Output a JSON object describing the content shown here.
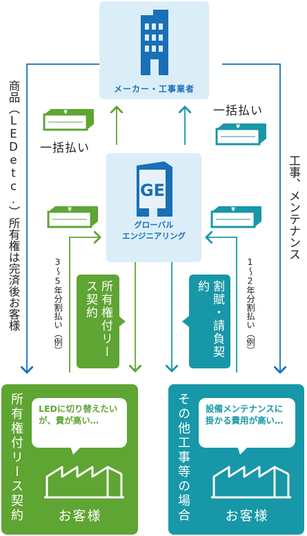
{
  "maker": {
    "label": "メーカー・工事業者"
  },
  "gel": {
    "logo_text": "GE",
    "label_line1": "グローバル",
    "label_line2": "エンジニアリング"
  },
  "left_side_text": "商品（LEDetc.）所有権は完済後お客様",
  "right_side_text": "工事、メンテナンス",
  "lump_left": "一括払い",
  "lump_right": "一括払い",
  "yen_symbol": "¥",
  "left_installment": "3～5年分割払い（例）",
  "right_installment": "1～2年分割払い（例）",
  "lease_tag": "所有権付リース契約",
  "contract_tag": "割賦・請負契約",
  "customer_left": {
    "side_label": "所有権付リース契約",
    "bubble": "LEDに切り替えたいが、費が高い…",
    "name": "お客様"
  },
  "customer_right": {
    "side_label": "その他工事等の場合",
    "bubble": "設備メンテナンスに掛かる費用が高い…",
    "name": "お客様"
  },
  "colors": {
    "blue": "#1a6fb5",
    "green": "#5ea533",
    "teal": "#1797a7",
    "light_box": "#dbeef8"
  }
}
